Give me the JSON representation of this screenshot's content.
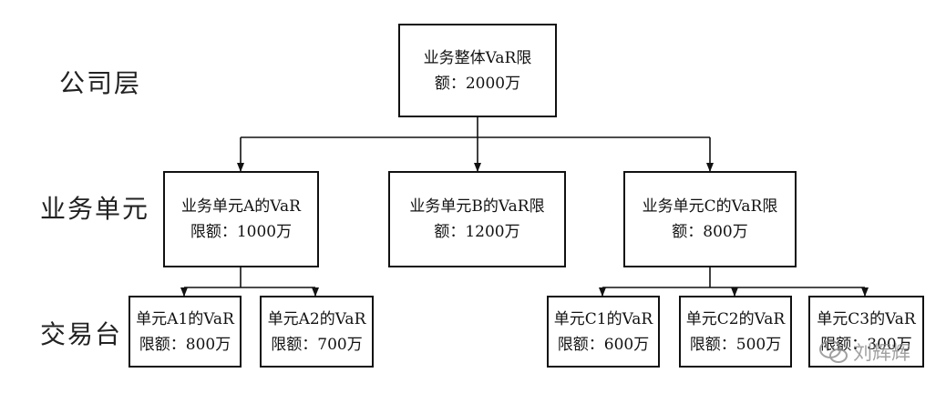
{
  "layers": {
    "company": "公司层",
    "business_unit": "业务单元",
    "trading_desk": "交易台"
  },
  "nodes": {
    "root": {
      "line1": "业务整体VaR限",
      "line2": "额：2000万"
    },
    "unit_a": {
      "line1": "业务单元A的VaR",
      "line2": "限额：1000万"
    },
    "unit_b": {
      "line1": "业务单元B的VaR限",
      "line2": "额：1200万"
    },
    "unit_c": {
      "line1": "业务单元C的VaR限",
      "line2": "额：800万"
    },
    "a1": {
      "line1": "单元A1的VaR",
      "line2": "限额：800万"
    },
    "a2": {
      "line1": "单元A2的VaR",
      "line2": "限额：700万"
    },
    "c1": {
      "line1": "单元C1的VaR",
      "line2": "限额：600万"
    },
    "c2": {
      "line1": "单元C2的VaR",
      "line2": "限额：500万"
    },
    "c3": {
      "line1": "单元C3的VaR",
      "line2": "限额：300万"
    }
  },
  "edges": [
    [
      "root",
      "unit_a"
    ],
    [
      "root",
      "unit_b"
    ],
    [
      "root",
      "unit_c"
    ],
    [
      "unit_a",
      "a1"
    ],
    [
      "unit_a",
      "a2"
    ],
    [
      "unit_c",
      "c1"
    ],
    [
      "unit_c",
      "c2"
    ],
    [
      "unit_c",
      "c3"
    ]
  ],
  "watermark": {
    "text": "刘辉辉",
    "icon": "wechat-icon"
  }
}
